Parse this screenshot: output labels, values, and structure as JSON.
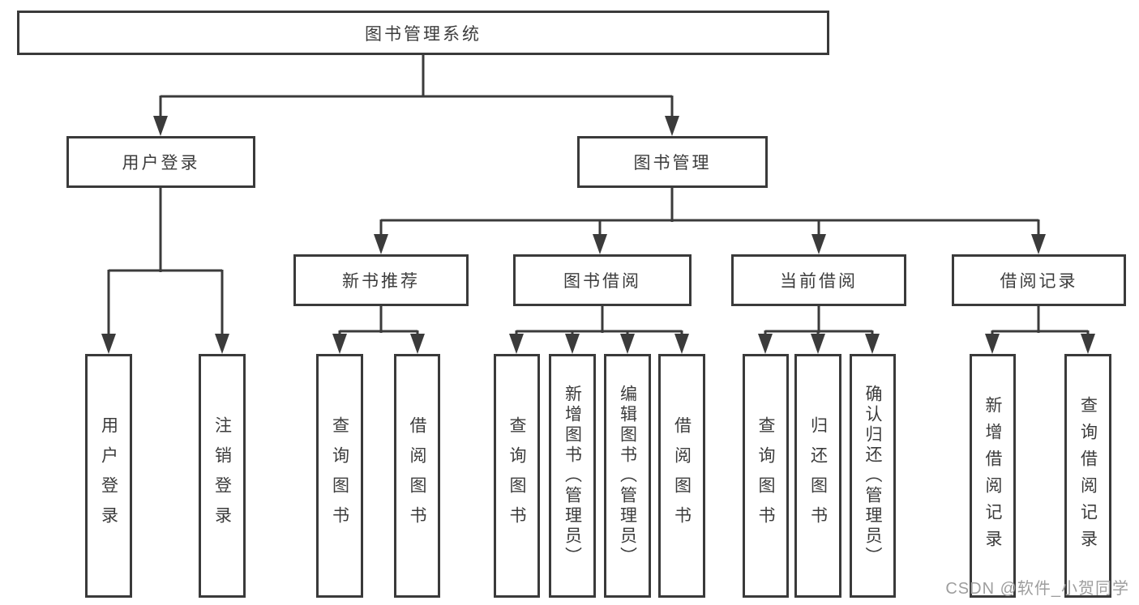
{
  "root": "图书管理系统",
  "user_login_branch": {
    "label": "用户登录",
    "children": [
      "用户登录",
      "注销登录"
    ]
  },
  "book_mgmt_branch": {
    "label": "图书管理",
    "sections": [
      {
        "label": "新书推荐",
        "children": [
          "查询图书",
          "借阅图书"
        ]
      },
      {
        "label": "图书借阅",
        "children": [
          "查询图书",
          "新增图书（管理员）",
          "编辑图书（管理员）",
          "借阅图书"
        ]
      },
      {
        "label": "当前借阅",
        "children": [
          "查询图书",
          "归还图书",
          "确认归还（管理员）"
        ]
      },
      {
        "label": "借阅记录",
        "children": [
          "新增借阅记录",
          "查询借阅记录"
        ]
      }
    ]
  },
  "watermark": "CSDN @软件_小贺同学",
  "colors": {
    "line": "#3b3b3b",
    "box_border": "#3a3a3a",
    "text": "#3c3c3c",
    "watermark": "#9e9e9e",
    "background": "#ffffff"
  }
}
